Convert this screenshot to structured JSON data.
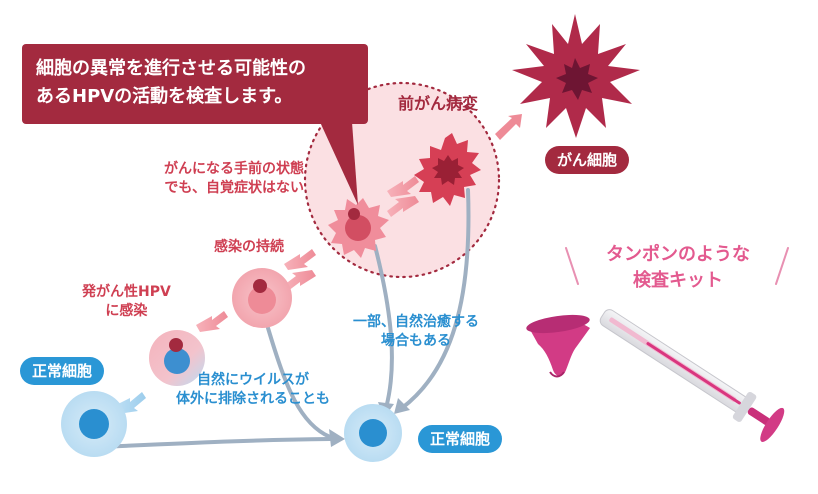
{
  "callout": {
    "line1": "細胞の異常を進行させる可能性の",
    "line2": "あるHPVの活動を検査します。"
  },
  "stages": {
    "precancer": "前がん病変",
    "cancer": "がん細胞",
    "normal_start": "正常細胞",
    "normal_end": "正常細胞"
  },
  "labels": {
    "precancer_state_line1": "がんになる手前の状態",
    "precancer_state_line2": "でも、自覚症状はない",
    "persistent": "感染の持続",
    "infection_line1": "発がん性HPV",
    "infection_line2": "に感染",
    "partial_heal_line1": "一部、自然治癒する",
    "partial_heal_line2": "場合もある",
    "clearance_line1": "自然にウイルスが",
    "clearance_line2": "体外に排除されることも"
  },
  "kit": {
    "line1": "タンポンのような",
    "line2": "検査キット"
  },
  "colors": {
    "dark_red": "#a32a3f",
    "red_text": "#cf3f52",
    "blue": "#2a97d6",
    "pink": "#e35a8f"
  }
}
